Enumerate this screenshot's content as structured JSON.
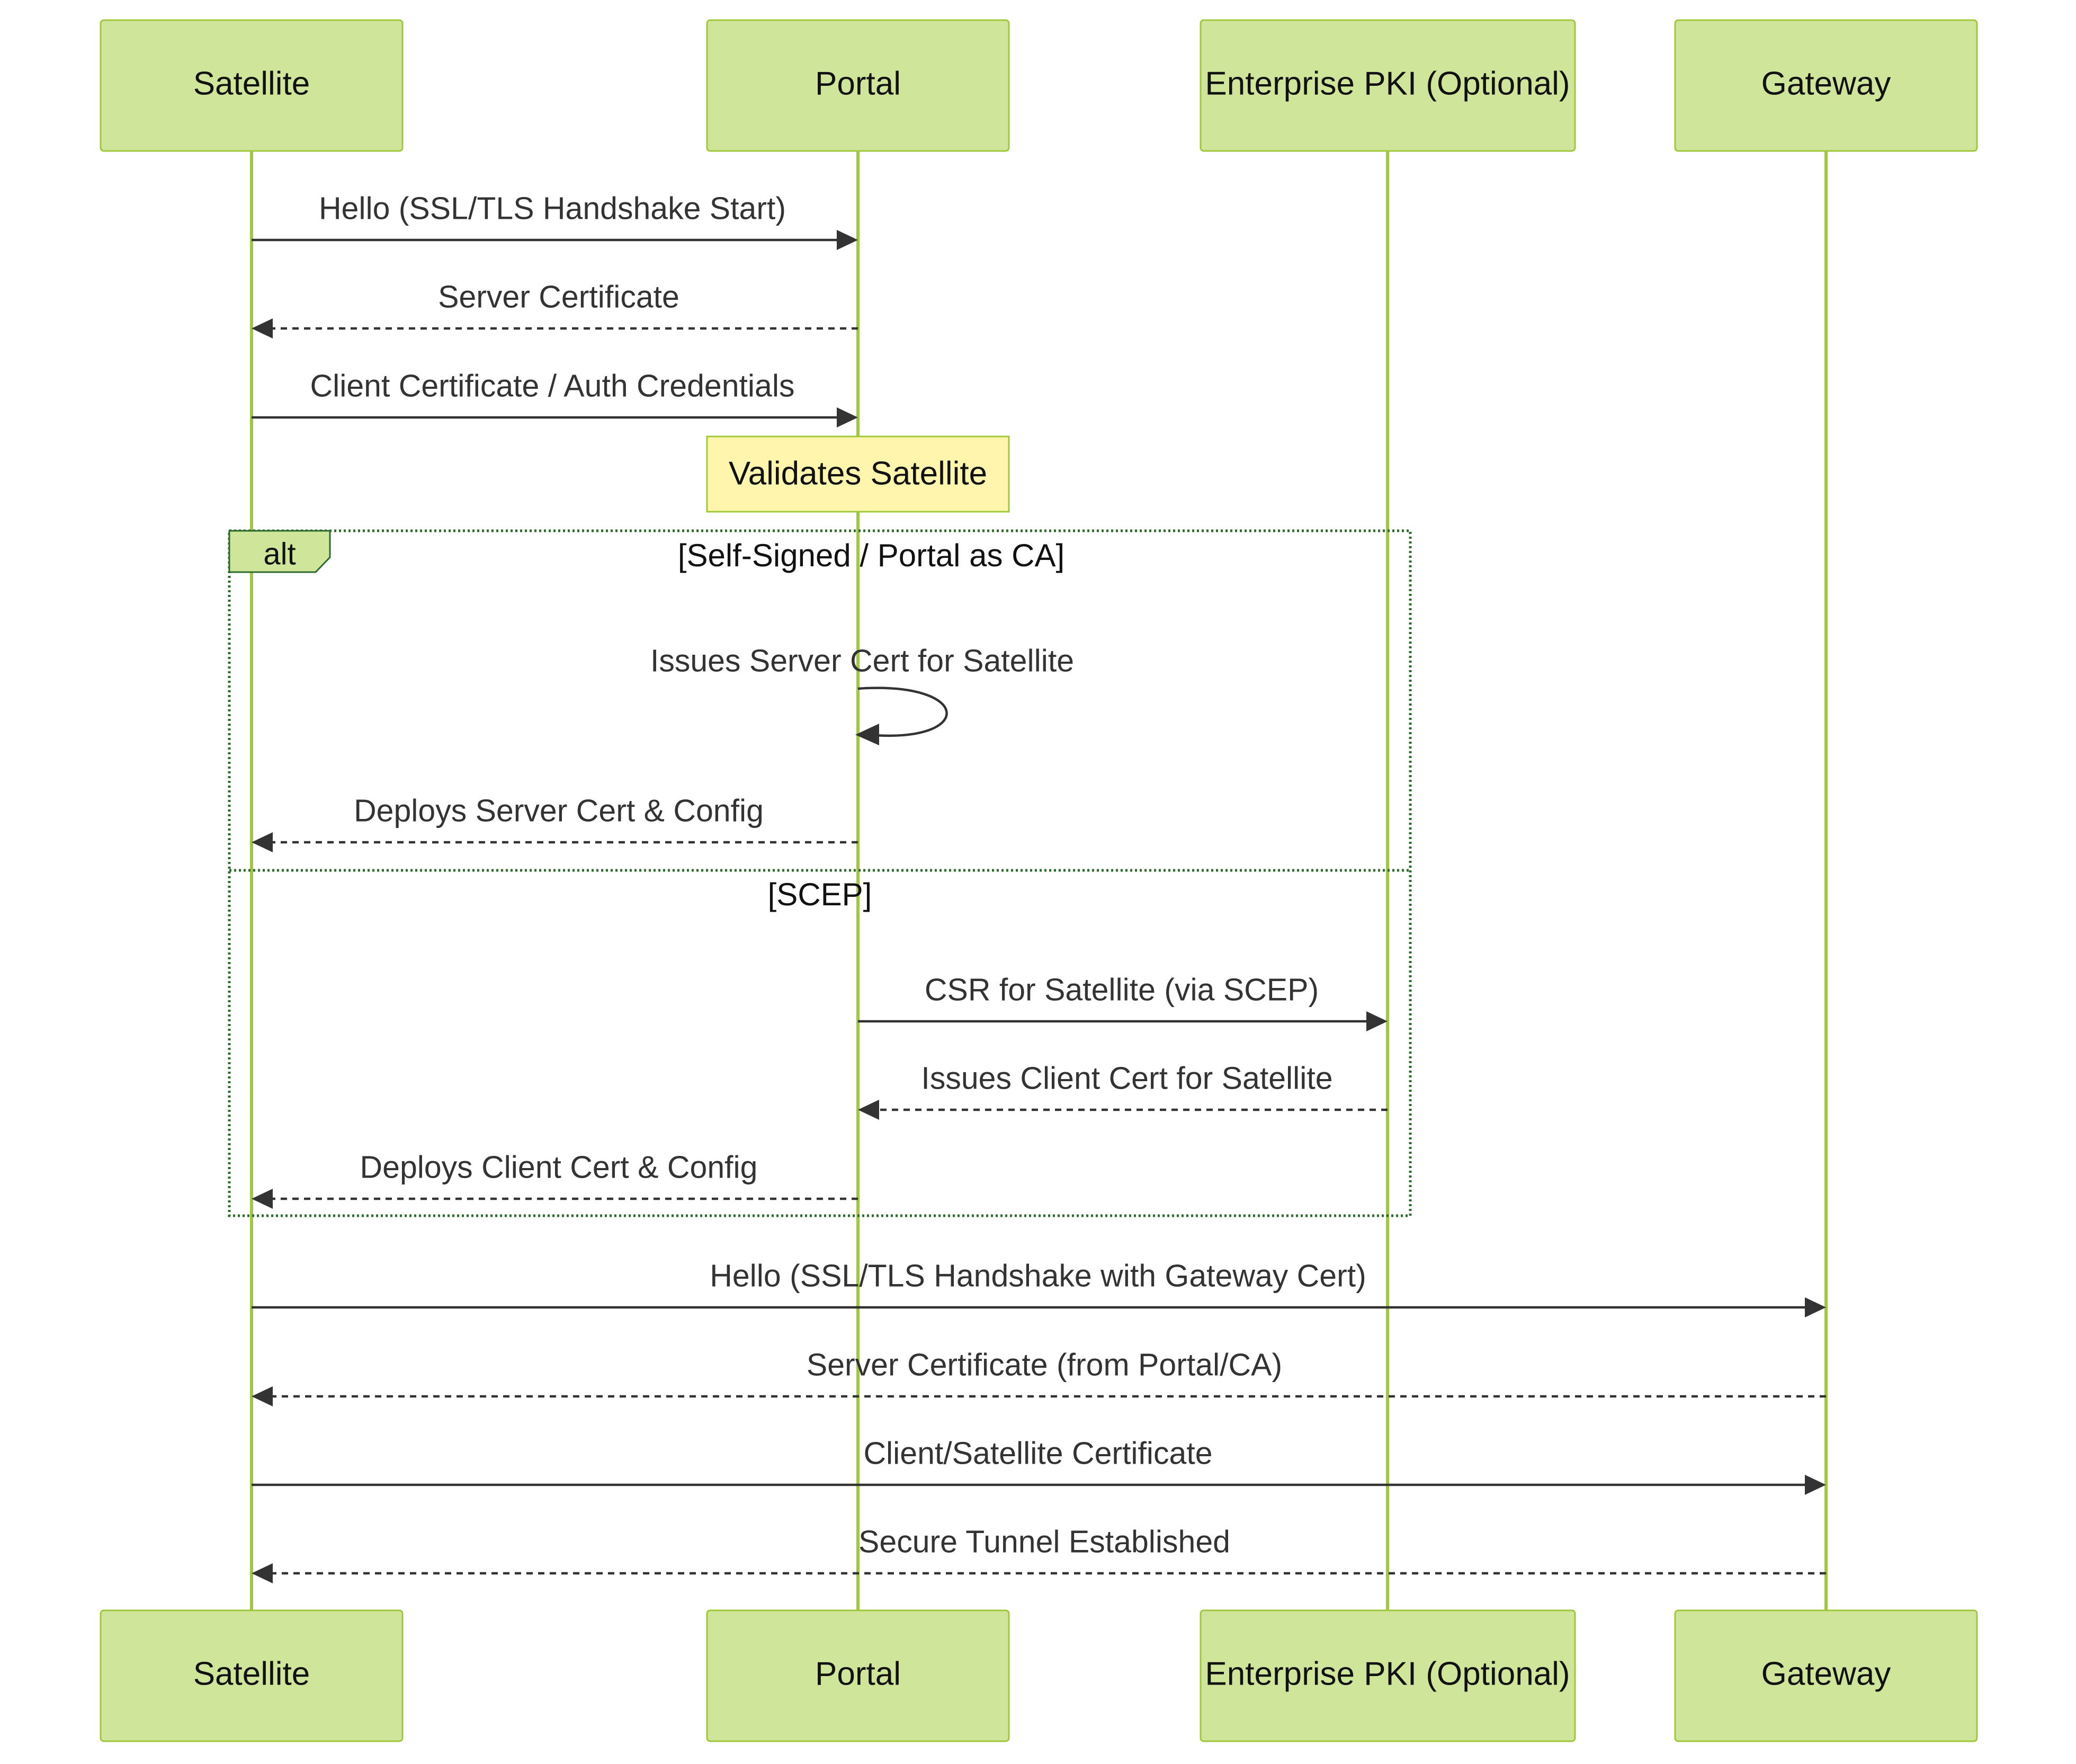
{
  "participants": [
    {
      "id": "satellite",
      "label": "Satellite"
    },
    {
      "id": "portal",
      "label": "Portal"
    },
    {
      "id": "pki",
      "label": "Enterprise PKI (Optional)"
    },
    {
      "id": "gateway",
      "label": "Gateway"
    }
  ],
  "messages": [
    {
      "from": "satellite",
      "to": "portal",
      "style": "solid",
      "label": "Hello (SSL/TLS Handshake Start)"
    },
    {
      "from": "portal",
      "to": "satellite",
      "style": "dashed",
      "label": "Server Certificate"
    },
    {
      "from": "satellite",
      "to": "portal",
      "style": "solid",
      "label": "Client Certificate / Auth Credentials"
    },
    {
      "from": "portal",
      "to": "portal",
      "style": "solid",
      "label": "Issues Server Cert for Satellite"
    },
    {
      "from": "portal",
      "to": "satellite",
      "style": "dashed",
      "label": "Deploys Server Cert & Config"
    },
    {
      "from": "portal",
      "to": "pki",
      "style": "solid",
      "label": "CSR for Satellite (via SCEP)"
    },
    {
      "from": "pki",
      "to": "portal",
      "style": "dashed",
      "label": "Issues Client Cert for Satellite"
    },
    {
      "from": "portal",
      "to": "satellite",
      "style": "dashed",
      "label": "Deploys Client Cert & Config"
    },
    {
      "from": "satellite",
      "to": "gateway",
      "style": "solid",
      "label": "Hello (SSL/TLS Handshake with Gateway Cert)"
    },
    {
      "from": "gateway",
      "to": "satellite",
      "style": "dashed",
      "label": "Server Certificate (from Portal/CA)"
    },
    {
      "from": "satellite",
      "to": "gateway",
      "style": "solid",
      "label": "Client/Satellite Certificate"
    },
    {
      "from": "gateway",
      "to": "satellite",
      "style": "dashed",
      "label": "Secure Tunnel Established"
    }
  ],
  "note": {
    "over": "portal",
    "label": "Validates Satellite"
  },
  "alt_frame": {
    "tag": "alt",
    "sections": [
      {
        "condition": "[Self-Signed / Portal as CA]"
      },
      {
        "condition": "[SCEP]"
      }
    ]
  },
  "colors": {
    "actor_fill": "#cfe59a",
    "actor_stroke": "#a0c83c",
    "note_fill": "#fff5ad",
    "frame_stroke": "#2c6b2c",
    "arrow": "#333333"
  }
}
